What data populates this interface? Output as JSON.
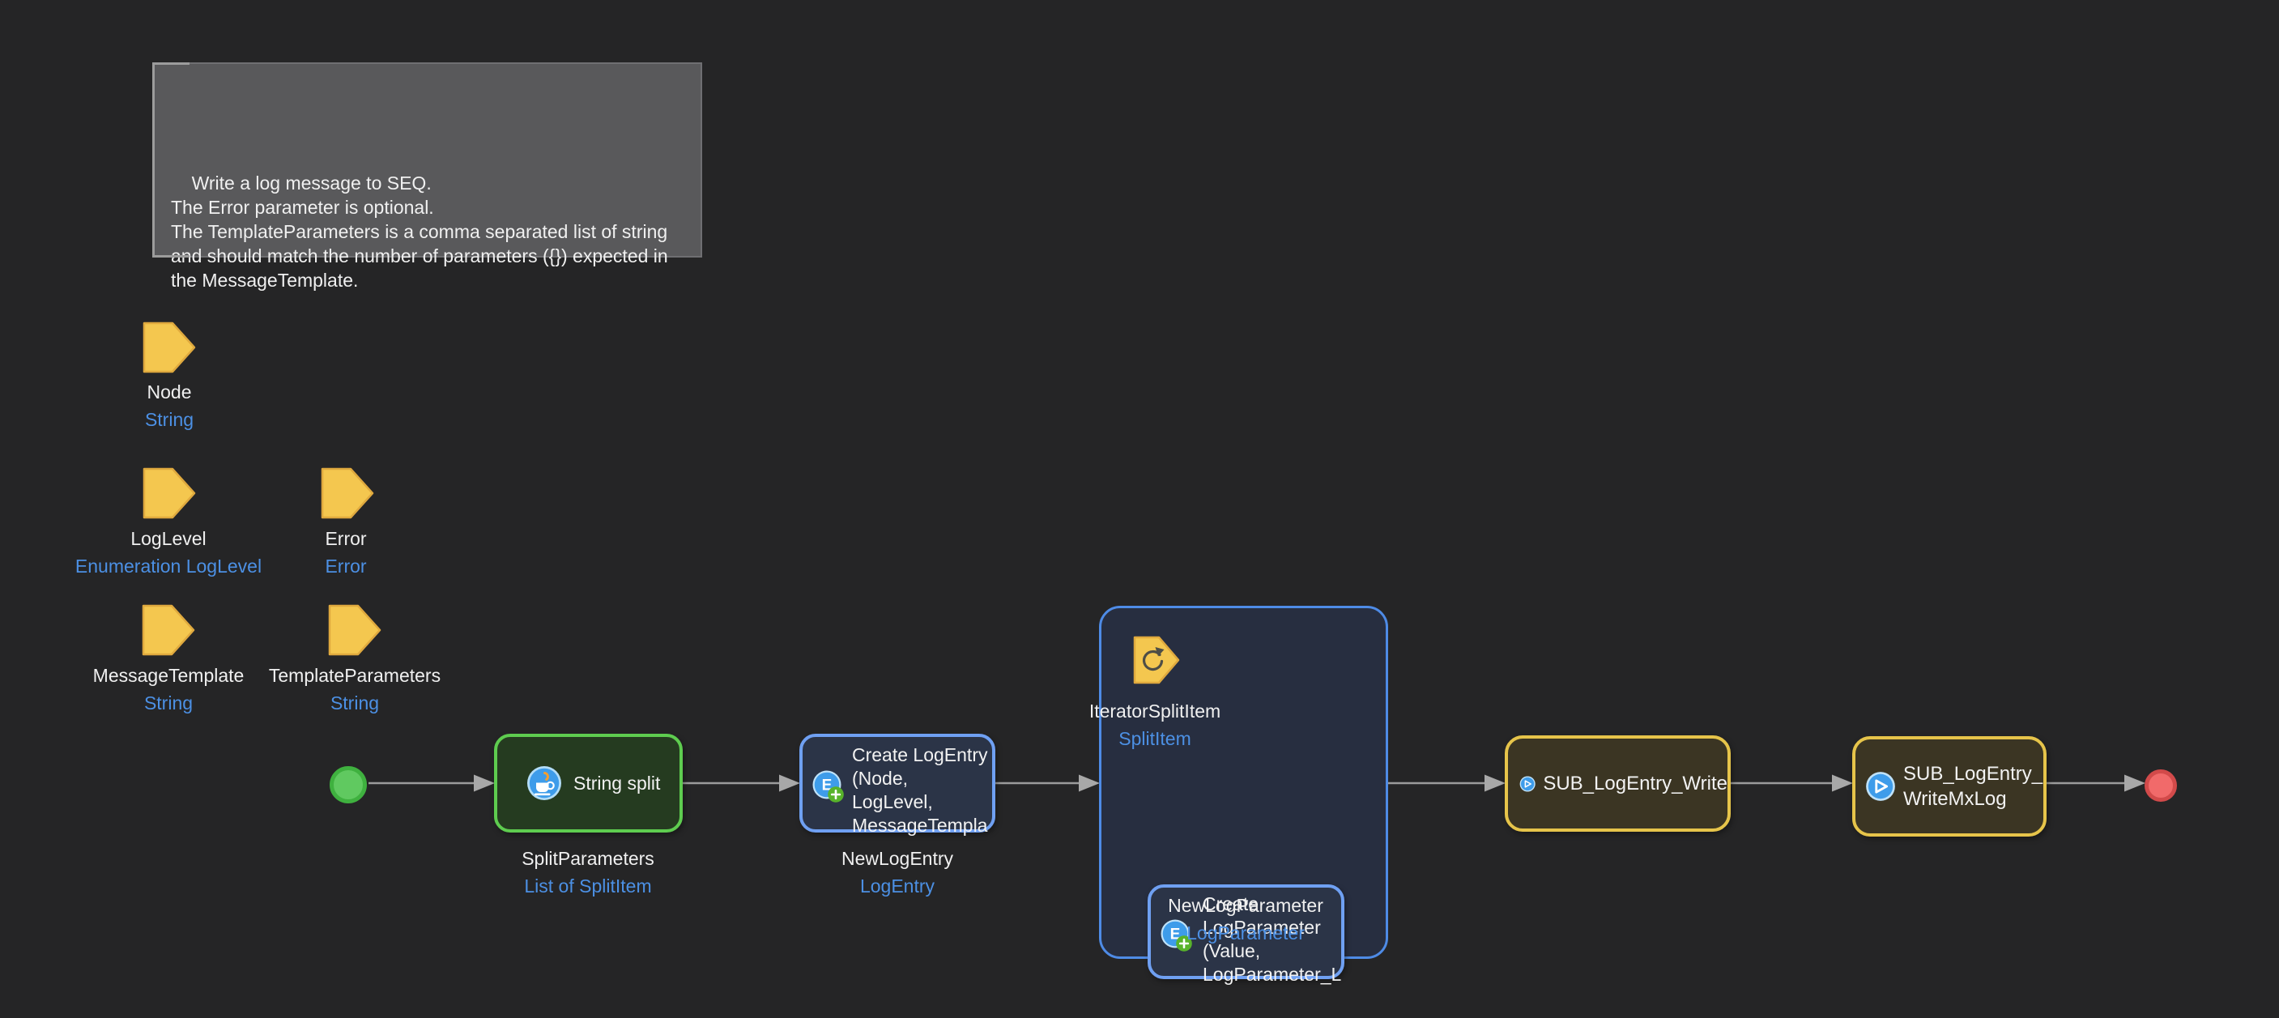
{
  "annotation": {
    "text": "Write a log message to SEQ.\nThe Error parameter is optional.\nThe TemplateParameters is a comma separated list of string\nand should match the number of parameters ({}) expected in\nthe MessageTemplate."
  },
  "parameters": [
    {
      "name": "Node",
      "type": "String"
    },
    {
      "name": "LogLevel",
      "type": "Enumeration LogLevel"
    },
    {
      "name": "Error",
      "type": "Error"
    },
    {
      "name": "MessageTemplate",
      "type": "String"
    },
    {
      "name": "TemplateParameters",
      "type": "String"
    }
  ],
  "nodes": {
    "string_split": {
      "label": "String split",
      "output_name": "SplitParameters",
      "output_type": "List of SplitItem"
    },
    "create_logentry": {
      "label": "Create LogEntry\n(Node,\nLogLevel,\nMessageTempla",
      "output_name": "NewLogEntry",
      "output_type": "LogEntry"
    },
    "iterator": {
      "name": "IteratorSplitItem",
      "type": "SplitItem"
    },
    "create_logparameter": {
      "label": "Create\nLogParameter\n(Value,\nLogParameter_L",
      "output_name": "NewLogParameter",
      "output_type": "LogParameter"
    },
    "sub_logentry_write": {
      "label": "SUB_LogEntry_Write"
    },
    "sub_logentry_writemxlog": {
      "label": "SUB_LogEntry_\nWriteMxLog"
    }
  },
  "colors": {
    "background": "#252526",
    "parameter_yellow": "#F4C74F",
    "type_text_blue": "#4C90E4",
    "start_event_green": "#60C960",
    "end_event_red": "#F16A6A",
    "action_green_border": "#5ECC4F",
    "action_blue_border": "#6FA0F2",
    "loop_border_blue": "#4E8BE6",
    "subcall_yellow_border": "#E6C44A",
    "arrow_gray": "#A0A0A0"
  }
}
